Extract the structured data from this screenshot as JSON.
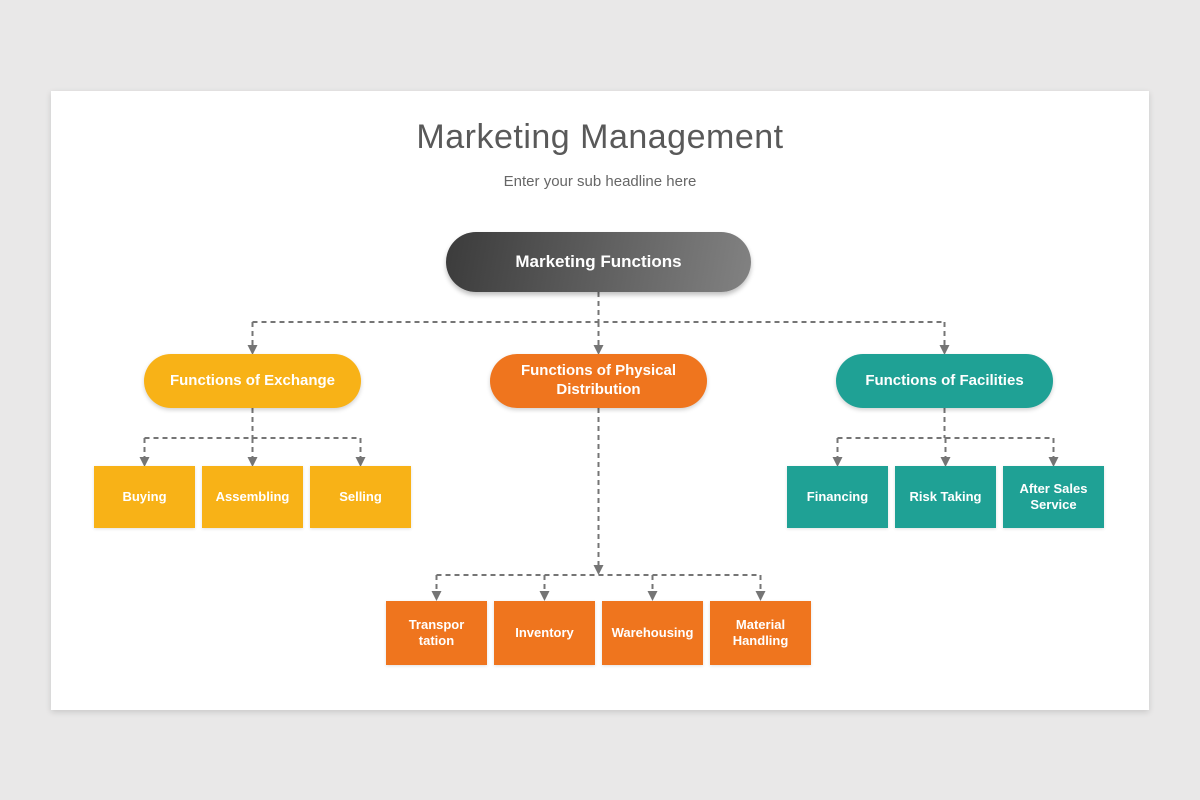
{
  "colors": {
    "page_background": "#e9e8e8",
    "slide_background": "#ffffff",
    "connector": "#757575",
    "title_text": "#595959",
    "subtitle_text": "#666666",
    "node_text": "#ffffff"
  },
  "header": {
    "title": "Marketing Management",
    "subtitle": "Enter your sub headline here"
  },
  "root": {
    "label": "Marketing Functions",
    "color_start": "#3b3b3b",
    "color_end": "#828282"
  },
  "branches": [
    {
      "label": "Functions of Exchange",
      "color": "#f8b217",
      "children": [
        {
          "label": "Buying"
        },
        {
          "label": "Assembling"
        },
        {
          "label": "Selling"
        }
      ]
    },
    {
      "label": "Functions of Physical Distribution",
      "color": "#ef751e",
      "children": [
        {
          "label": "Transpor tation"
        },
        {
          "label": "Inventory"
        },
        {
          "label": "Warehousing"
        },
        {
          "label": "Material Handling"
        }
      ]
    },
    {
      "label": "Functions of Facilities",
      "color": "#1fa195",
      "children": [
        {
          "label": "Financing"
        },
        {
          "label": "Risk Taking"
        },
        {
          "label": "After Sales Service"
        }
      ]
    }
  ]
}
